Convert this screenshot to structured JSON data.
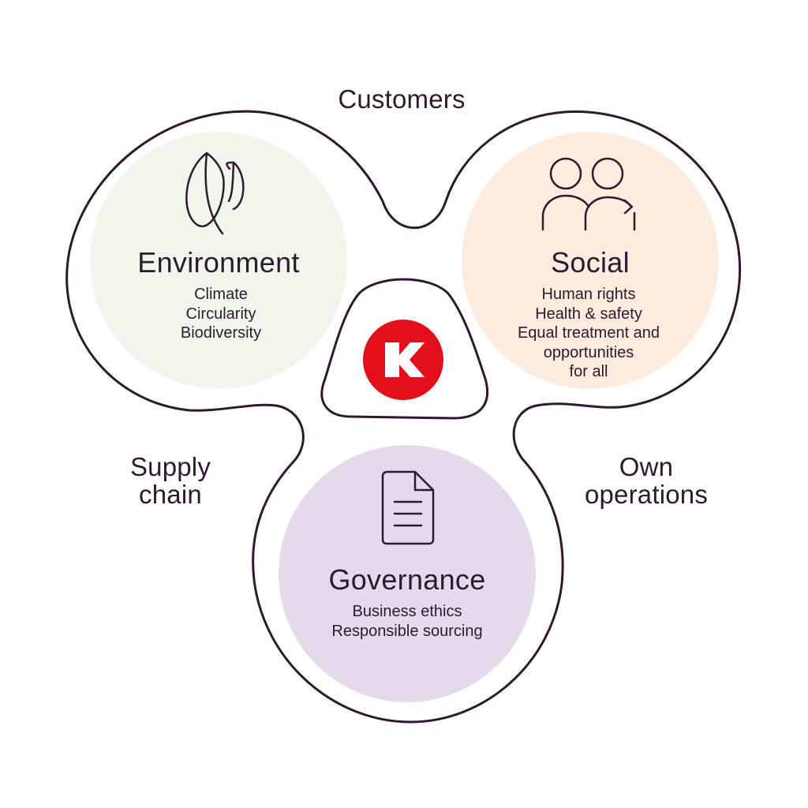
{
  "edges": {
    "customers": "Customers",
    "supply_chain": [
      "Supply",
      "chain"
    ],
    "own_operations": [
      "Own",
      "operations"
    ]
  },
  "pillars": {
    "environment": {
      "title": "Environment",
      "items": [
        "Climate",
        "Circularity",
        "Biodiversity"
      ],
      "icon": "leaves-icon",
      "color": "#f1f6ec"
    },
    "social": {
      "title": "Social",
      "items": [
        "Human rights",
        "Health & safety",
        "Equal treatment and",
        "opportunities",
        "for all"
      ],
      "icon": "people-icon",
      "color": "#fcebdf"
    },
    "governance": {
      "title": "Governance",
      "items": [
        "Business ethics",
        "Responsible sourcing"
      ],
      "icon": "document-icon",
      "color": "#e4daec"
    }
  },
  "center": {
    "logo_icon": "k-logo-icon",
    "logo_color": "#e1101a"
  },
  "colors": {
    "outline": "#2e1a2d",
    "text": "#2e1a2d"
  }
}
